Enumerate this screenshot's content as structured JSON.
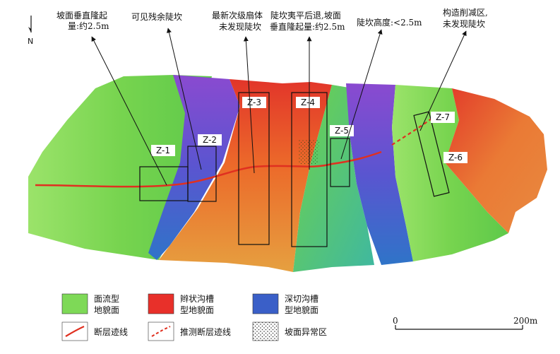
{
  "north": "N",
  "annotations": [
    {
      "id": "a1",
      "lines": [
        "坡面垂直隆起",
        "量:约2.5m"
      ]
    },
    {
      "id": "a2",
      "lines": [
        "可见残余陡坎"
      ]
    },
    {
      "id": "a3",
      "lines": [
        "最新次级扇体",
        "未发现陡坎"
      ]
    },
    {
      "id": "a4",
      "lines": [
        "陡坎夷平后退,坡面",
        "垂直隆起量:约2.5m"
      ]
    },
    {
      "id": "a5",
      "lines": [
        "陡坎高度:<2.5m"
      ]
    },
    {
      "id": "a6",
      "lines": [
        "构造削减区,",
        "未发现陡坎"
      ]
    }
  ],
  "zones": [
    "Z-1",
    "Z-2",
    "Z-3",
    "Z-4",
    "Z-5",
    "Z-6",
    "Z-7"
  ],
  "legend": {
    "sheet_flow": [
      "面流型",
      "地貌面"
    ],
    "braided": [
      "辫状沟槽",
      "型地貌面"
    ],
    "incised": [
      "深切沟槽",
      "型地貌面"
    ],
    "fault": "断层迹线",
    "inferred_fault": "推测断层迹线",
    "anomaly": "坡面异常区"
  },
  "scale": {
    "start": "0",
    "end": "200m"
  },
  "colors": {
    "sheet_flow": "#7ed957",
    "braided": "#e8402a",
    "incised": "#3a5fc8",
    "fault": "#e03020"
  }
}
